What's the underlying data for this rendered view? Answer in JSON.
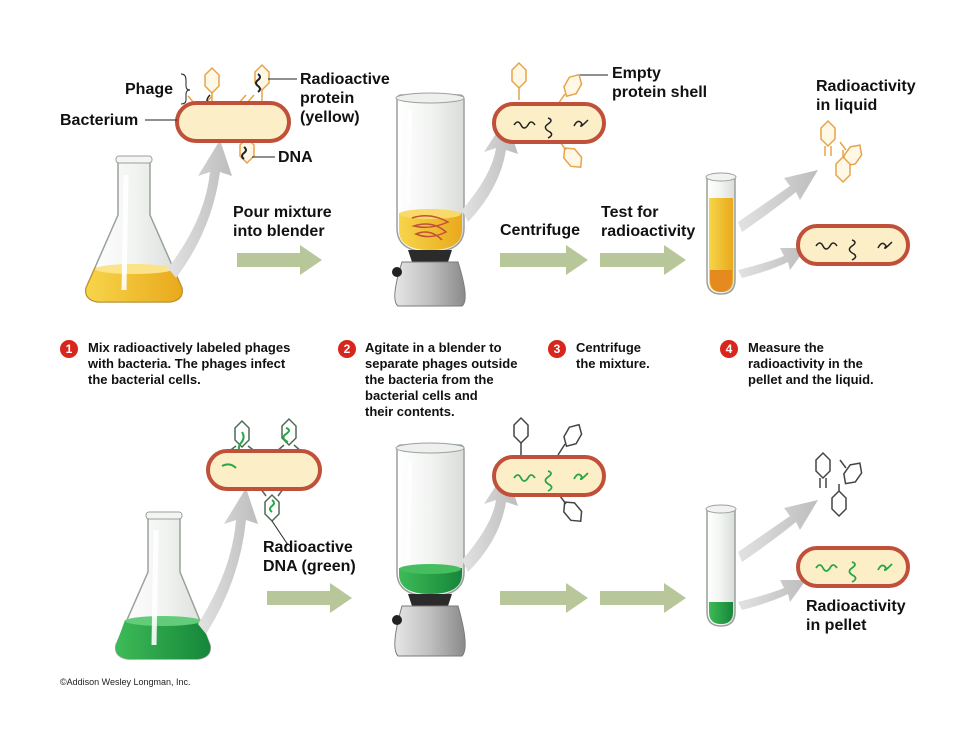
{
  "labels": {
    "phage": "Phage",
    "bacterium": "Bacterium",
    "radioactive_protein_1": "Radioactive",
    "radioactive_protein_2": "protein",
    "radioactive_protein_3": "(yellow)",
    "dna": "DNA",
    "empty_shell_1": "Empty",
    "empty_shell_2": "protein shell",
    "radio_liquid_1": "Radioactivity",
    "radio_liquid_2": "in liquid",
    "pour_1": "Pour mixture",
    "pour_2": "into blender",
    "centrifuge": "Centrifuge",
    "test_1": "Test for",
    "test_2": "radioactivity",
    "radioactive_dna_1": "Radioactive",
    "radioactive_dna_2": "DNA (green)",
    "radio_pellet_1": "Radioactivity",
    "radio_pellet_2": "in pellet"
  },
  "steps": [
    {
      "number": "1",
      "lines": [
        "Mix radioactively labeled phages",
        "with bacteria. The phages infect",
        "the bacterial cells."
      ]
    },
    {
      "number": "2",
      "lines": [
        "Agitate in a blender to",
        "separate phages outside",
        "the bacteria from the",
        "bacterial cells and",
        "their contents."
      ]
    },
    {
      "number": "3",
      "lines": [
        "Centrifuge",
        "the mixture."
      ]
    },
    {
      "number": "4",
      "lines": [
        "Measure the",
        "radioactivity in the",
        "pellet and the liquid."
      ]
    }
  ],
  "copyright": "©Addison Wesley Longman, Inc.",
  "colors": {
    "yellow_fluid": "#f2c431",
    "green_fluid": "#2aa548",
    "arrow": "#b8c79a",
    "bacterium_fill": "#fcefc8",
    "bacterium_border": "#c0503a",
    "step_badge": "#d9261c"
  }
}
